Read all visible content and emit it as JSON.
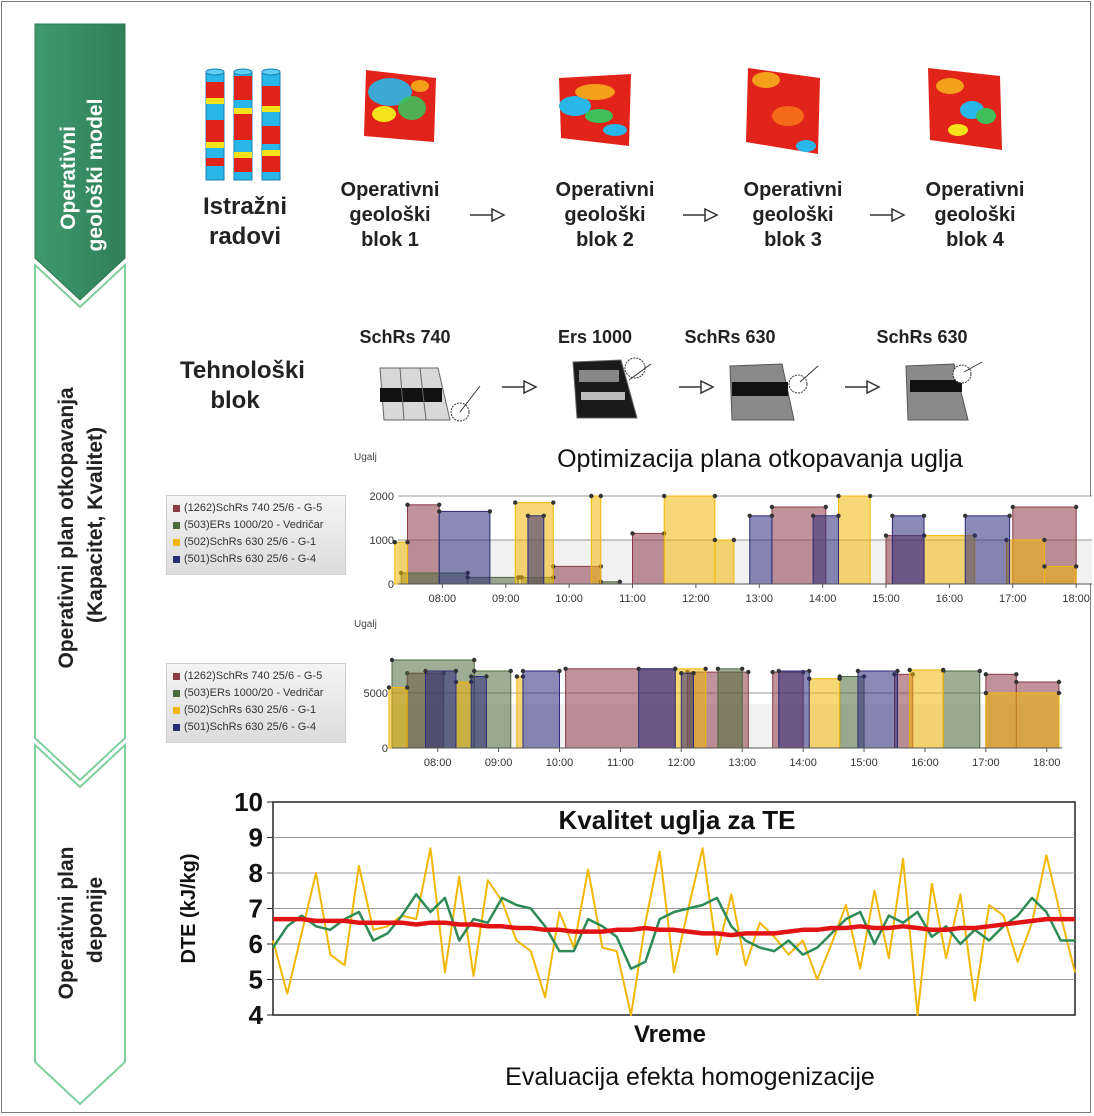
{
  "sidebar": {
    "stages": [
      {
        "label_1": "Operativni",
        "label_2": "geološki model"
      },
      {
        "label_1": "Operativni plan otkopavanja",
        "label_2": "(Kapacitet, Kvalitet)"
      },
      {
        "label_1": "Operativni plan",
        "label_2": "deponije"
      }
    ]
  },
  "geology": {
    "source": {
      "line1": "Istražni",
      "line2": "radovi"
    },
    "blocks": [
      {
        "line1": "Operativni",
        "line2": "geološki",
        "line3": "blok 1"
      },
      {
        "line1": "Operativni",
        "line2": "geološki",
        "line3": "blok 2"
      },
      {
        "line1": "Operativni",
        "line2": "geološki",
        "line3": "blok 3"
      },
      {
        "line1": "Operativni",
        "line2": "geološki",
        "line3": "blok 4"
      }
    ]
  },
  "technology": {
    "label_line1": "Tehnološki",
    "label_line2": "blok",
    "machines": [
      "SchRs 740",
      "Ers 1000",
      "SchRs 630",
      "SchRs 630"
    ]
  },
  "optimization": {
    "title": "Optimizacija plana otkopavanja uglja"
  },
  "legend": {
    "items": [
      {
        "label": "(1262)SchRs 740 25/6 - G-5",
        "color": "#8b3a46"
      },
      {
        "label": "(503)ERs 1000/20 - Vedričar",
        "color": "#4e6b3e"
      },
      {
        "label": "(502)SchRs 630 25/6 - G-1",
        "color": "#f2b705"
      },
      {
        "label": "(501)SchRs 630 25/6 - G-4",
        "color": "#2c2a7a"
      }
    ]
  },
  "chart_data": [
    {
      "type": "area",
      "ylabel": "Ugalj",
      "ylim": [
        0,
        2000
      ],
      "yticks": [
        "0",
        "1000",
        "2000"
      ],
      "xticks": [
        "08:00",
        "09:00",
        "10:00",
        "11:00",
        "12:00",
        "13:00",
        "14:00",
        "15:00",
        "16:00",
        "17:00",
        "18:00"
      ],
      "series": [
        {
          "name": "(1262)SchRs 740 25/6 - G-5",
          "color": "#8b3a46",
          "segments": [
            [
              7.45,
              7.95,
              1800
            ],
            [
              9.75,
              10.5,
              400
            ],
            [
              11.0,
              11.5,
              1150
            ],
            [
              13.2,
              14.05,
              1750
            ],
            [
              15.0,
              15.6,
              1100
            ],
            [
              17.0,
              18.0,
              1750
            ]
          ]
        },
        {
          "name": "(503)ERs 1000/20 - Vedričar",
          "color": "#4e6b3e",
          "segments": [
            [
              7.35,
              8.4,
              250
            ],
            [
              8.4,
              9.2,
              150
            ],
            [
              9.25,
              9.75,
              150
            ],
            [
              10.5,
              10.8,
              50
            ]
          ]
        },
        {
          "name": "(502)SchRs 630 25/6 - G-1",
          "color": "#f2b705",
          "segments": [
            [
              7.25,
              7.45,
              950
            ],
            [
              9.15,
              9.75,
              1850
            ],
            [
              10.35,
              10.5,
              2000
            ],
            [
              11.5,
              12.3,
              2000
            ],
            [
              12.3,
              12.6,
              1000
            ],
            [
              14.25,
              14.75,
              2000
            ],
            [
              15.6,
              16.4,
              1100
            ],
            [
              16.9,
              17.5,
              1000
            ],
            [
              17.5,
              18.0,
              400
            ]
          ]
        },
        {
          "name": "(501)SchRs 630 25/6 - G-4",
          "color": "#2c2a7a",
          "segments": [
            [
              7.95,
              8.75,
              1650
            ],
            [
              9.35,
              9.6,
              1550
            ],
            [
              12.85,
              13.2,
              1550
            ],
            [
              13.85,
              14.25,
              1550
            ],
            [
              15.1,
              15.6,
              1550
            ],
            [
              16.25,
              16.95,
              1550
            ]
          ]
        }
      ]
    },
    {
      "type": "area",
      "ylabel": "Ugalj",
      "ylim": [
        0,
        8000
      ],
      "yticks": [
        "0",
        "5000"
      ],
      "xticks": [
        "08:00",
        "09:00",
        "10:00",
        "11:00",
        "12:00",
        "13:00",
        "14:00",
        "15:00",
        "16:00",
        "17:00",
        "18:00"
      ],
      "series": [
        {
          "name": "(1262)SchRs 740 25/6 - G-5",
          "color": "#8b3a46",
          "segments": [
            [
              7.5,
              8.1,
              6800
            ],
            [
              10.1,
              11.9,
              7200
            ],
            [
              12.1,
              13.1,
              6900
            ],
            [
              13.5,
              14.0,
              6900
            ],
            [
              15.5,
              15.8,
              6700
            ],
            [
              17.0,
              17.5,
              6700
            ],
            [
              17.5,
              18.2,
              6000
            ]
          ]
        },
        {
          "name": "(503)ERs 1000/20 - Vedričar",
          "color": "#4e6b3e",
          "segments": [
            [
              7.25,
              8.6,
              8000
            ],
            [
              8.6,
              9.2,
              7000
            ],
            [
              12.6,
              13.0,
              7200
            ],
            [
              14.6,
              15.0,
              6500
            ],
            [
              16.3,
              16.9,
              7000
            ]
          ]
        },
        {
          "name": "(502)SchRs 630 25/6 - G-1",
          "color": "#f2b705",
          "segments": [
            [
              7.2,
              7.5,
              5500
            ],
            [
              8.3,
              8.55,
              6000
            ],
            [
              9.3,
              9.4,
              6500
            ],
            [
              11.9,
              12.4,
              7200
            ],
            [
              14.1,
              14.6,
              6300
            ],
            [
              15.75,
              16.3,
              7100
            ],
            [
              17.0,
              18.2,
              5000
            ]
          ]
        },
        {
          "name": "(501)SchRs 630 25/6 - G-4",
          "color": "#2c2a7a",
          "segments": [
            [
              7.8,
              8.3,
              7000
            ],
            [
              8.55,
              8.8,
              6500
            ],
            [
              9.4,
              10.0,
              7000
            ],
            [
              11.3,
              11.9,
              7200
            ],
            [
              12.0,
              12.2,
              6800
            ],
            [
              13.6,
              14.1,
              7000
            ],
            [
              14.9,
              15.55,
              7000
            ]
          ]
        }
      ]
    },
    {
      "type": "line",
      "title": "Kvalitet uglja za TE",
      "xlabel": "Vreme",
      "ylabel": "DTE (kJ/kg)",
      "ylim": [
        4,
        10
      ],
      "yticks": [
        "4",
        "5",
        "6",
        "7",
        "8",
        "9",
        "10"
      ],
      "grid": true,
      "series": [
        {
          "color": "#f2b705",
          "values": [
            6.1,
            4.6,
            6.3,
            8.0,
            5.7,
            5.4,
            8.2,
            6.4,
            6.5,
            6.8,
            6.7,
            8.7,
            5.2,
            7.9,
            5.1,
            7.8,
            7.2,
            6.1,
            5.8,
            4.5,
            6.9,
            5.9,
            8.1,
            5.9,
            5.8,
            4.0,
            6.6,
            8.6,
            5.2,
            7.0,
            8.7,
            5.7,
            7.4,
            5.4,
            6.6,
            6.2,
            5.7,
            6.1,
            5.0,
            6.0,
            7.1,
            5.3,
            7.5,
            5.6,
            8.4,
            4.0,
            7.7,
            5.6,
            7.4,
            4.4,
            7.1,
            6.8,
            5.5,
            6.6,
            8.5,
            6.8,
            5.2
          ]
        },
        {
          "color": "#2e8b57",
          "values": [
            5.9,
            6.5,
            6.8,
            6.5,
            6.4,
            6.7,
            6.9,
            6.1,
            6.3,
            6.8,
            7.4,
            6.9,
            7.3,
            6.1,
            6.7,
            6.6,
            7.3,
            7.1,
            7.0,
            6.5,
            5.8,
            5.8,
            6.7,
            6.5,
            6.2,
            5.3,
            5.5,
            6.7,
            6.9,
            7.0,
            7.1,
            7.3,
            6.5,
            6.1,
            5.9,
            5.8,
            6.1,
            5.7,
            5.9,
            6.3,
            6.7,
            6.9,
            6.0,
            6.8,
            6.6,
            6.9,
            6.2,
            6.5,
            6.0,
            6.4,
            6.1,
            6.5,
            6.8,
            7.3,
            6.9,
            6.1,
            6.1
          ]
        },
        {
          "color": "#e11414",
          "values": [
            6.7,
            6.7,
            6.7,
            6.65,
            6.65,
            6.65,
            6.6,
            6.6,
            6.6,
            6.6,
            6.55,
            6.6,
            6.6,
            6.55,
            6.55,
            6.5,
            6.5,
            6.45,
            6.45,
            6.4,
            6.4,
            6.35,
            6.35,
            6.35,
            6.4,
            6.4,
            6.45,
            6.4,
            6.4,
            6.35,
            6.3,
            6.3,
            6.25,
            6.3,
            6.3,
            6.3,
            6.35,
            6.4,
            6.4,
            6.45,
            6.45,
            6.5,
            6.45,
            6.45,
            6.5,
            6.45,
            6.4,
            6.4,
            6.45,
            6.45,
            6.5,
            6.55,
            6.6,
            6.65,
            6.7,
            6.7,
            6.7
          ]
        }
      ]
    }
  ],
  "footer": {
    "title": "Evaluacija efekta homogenizacije"
  }
}
